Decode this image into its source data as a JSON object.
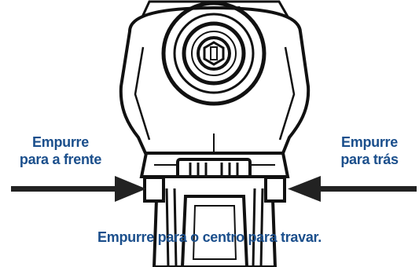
{
  "colors": {
    "label_text": "#1b4f8c",
    "outline": "#111111",
    "tool_fill": "#ffffff",
    "arrow": "#222222"
  },
  "labels": {
    "left": {
      "line1": "Empurre",
      "line2": "para a frente"
    },
    "right": {
      "line1": "Empurre",
      "line2": "para trás"
    },
    "bottom": "Empurre para o centro para travar."
  },
  "icons": {
    "left_arrow": "arrow-right-icon",
    "right_arrow": "arrow-left-icon"
  }
}
